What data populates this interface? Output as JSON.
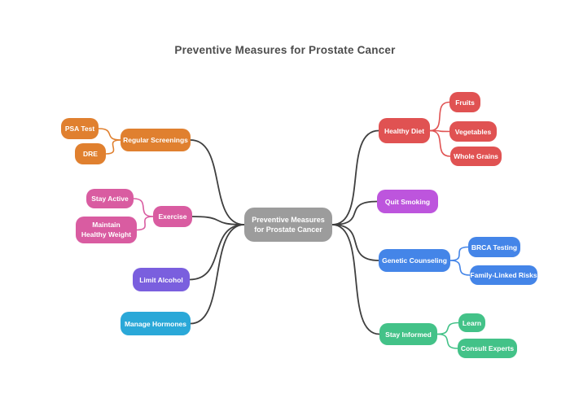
{
  "title": "Preventive Measures for Prostate Cancer",
  "center": {
    "label": "Preventive Measures for Prostate Cancer",
    "color": "#9c9c9c"
  },
  "colors": {
    "connector": "#3f3f3f",
    "title": "#4d4d4d",
    "background": "#ffffff"
  },
  "branches": [
    {
      "id": "regular-screenings",
      "label": "Regular Screenings",
      "color": "#e0802f",
      "side": "left",
      "children": [
        {
          "id": "psa-test",
          "label": "PSA Test"
        },
        {
          "id": "dre",
          "label": "DRE"
        }
      ]
    },
    {
      "id": "exercise",
      "label": "Exercise",
      "color": "#d95ca1",
      "side": "left",
      "children": [
        {
          "id": "stay-active",
          "label": "Stay Active"
        },
        {
          "id": "maintain-healthy-weight",
          "label": "Maintain Healthy Weight"
        }
      ]
    },
    {
      "id": "limit-alcohol",
      "label": "Limit Alcohol",
      "color": "#7a5fde",
      "side": "left",
      "children": []
    },
    {
      "id": "manage-hormones",
      "label": "Manage Hormones",
      "color": "#2aa8d8",
      "side": "left",
      "children": []
    },
    {
      "id": "healthy-diet",
      "label": "Healthy Diet",
      "color": "#e05252",
      "side": "right",
      "children": [
        {
          "id": "fruits",
          "label": "Fruits"
        },
        {
          "id": "vegetables",
          "label": "Vegetables"
        },
        {
          "id": "whole-grains",
          "label": "Whole Grains"
        }
      ]
    },
    {
      "id": "quit-smoking",
      "label": "Quit Smoking",
      "color": "#bd55dd",
      "side": "right",
      "children": []
    },
    {
      "id": "genetic-counseling",
      "label": "Genetic Counseling",
      "color": "#4485e8",
      "side": "right",
      "children": [
        {
          "id": "brca-testing",
          "label": "BRCA Testing"
        },
        {
          "id": "family-linked-risks",
          "label": "Family-Linked Risks"
        }
      ]
    },
    {
      "id": "stay-informed",
      "label": "Stay Informed",
      "color": "#43c288",
      "side": "right",
      "children": [
        {
          "id": "learn",
          "label": "Learn"
        },
        {
          "id": "consult-experts",
          "label": "Consult Experts"
        }
      ]
    }
  ]
}
